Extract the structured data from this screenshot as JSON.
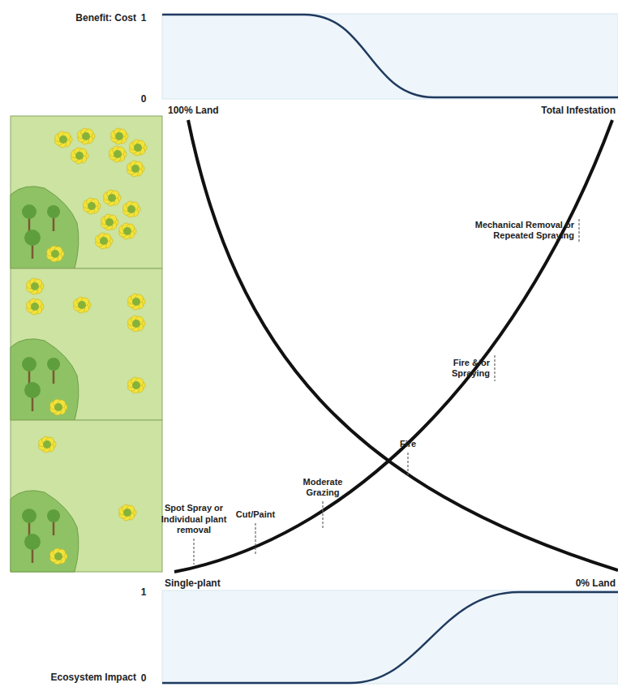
{
  "diagram": {
    "labels": [
      "Benefit: Cost",
      "1",
      "0",
      "100% Land",
      "Total Infestation",
      "Mechanical Removal or Repeated Spraying",
      "Fire &/or Spraying",
      "Fire",
      "Moderate Grazing",
      "Cut/Paint",
      "Spot Spray or Individual plant removal",
      "Single-plant",
      "0% Land",
      "1",
      "Ecosystem Impact",
      "0"
    ]
  }
}
